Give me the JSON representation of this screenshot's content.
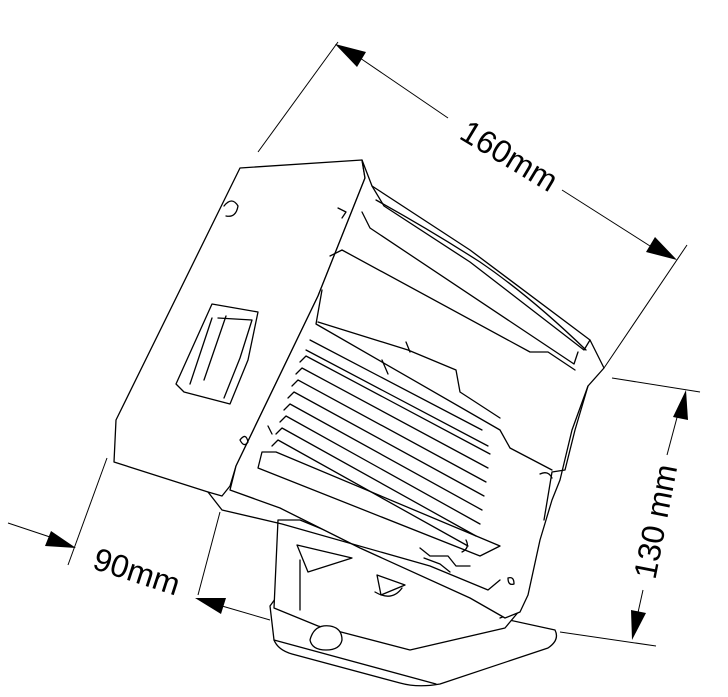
{
  "dimensions": {
    "length": "160mm",
    "height": "130 mm",
    "depth": "90mm"
  },
  "colors": {
    "line": "#000000",
    "background": "#ffffff"
  }
}
